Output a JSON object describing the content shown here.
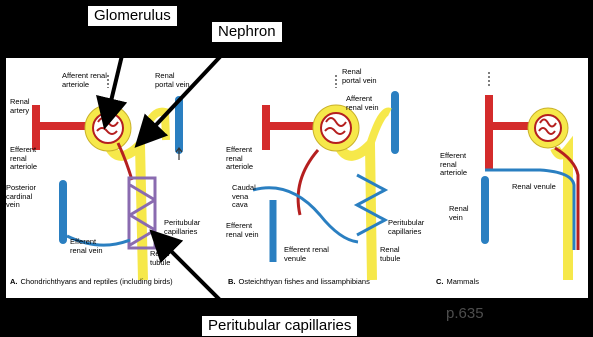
{
  "callouts": {
    "glomerulus": "Glomerulus",
    "nephron": "Nephron",
    "peritubular_capillaries": "Peritubular capillaries"
  },
  "panel_a": {
    "afferent_arteriole": "Afferent renal\narteriole",
    "renal_portal_vein": "Renal\nportal vein",
    "renal_artery": "Renal\nartery",
    "efferent_arteriole": "Efferent\nrenal\narteriole",
    "posterior_cardinal_vein": "Posterior\ncardinal\nvein",
    "peritubular_capillaries": "Peritubular\ncapillaries",
    "efferent_vein": "Efferent\nrenal vein",
    "renal_tubule": "Renal\ntubule",
    "caption_letter": "A.",
    "caption": "Chondrichthyans and reptiles (including birds)"
  },
  "panel_b": {
    "renal_portal_vein": "Renal\nportal vein",
    "afferent_vein": "Afferent\nrenal vein",
    "efferent_arteriole": "Efferent\nrenal\narteriole",
    "caudal_vena_cava": "Caudal\nvena\ncava",
    "efferent_vein_left": "Efferent\nrenal vein",
    "peritubular_capillaries": "Peritubular\ncapillaries",
    "efferent_venule": "Efferent renal\nvenule",
    "renal_tubule": "Renal\ntubule",
    "caption_letter": "B.",
    "caption": "Osteichthyan fishes and lissamphibians"
  },
  "panel_c": {
    "efferent_arteriole": "Efferent\nrenal\narteriole",
    "renal_venule": "Renal venule",
    "renal_vein": "Renal\nvein",
    "caption_letter": "C.",
    "caption": "Mammals"
  },
  "page_ref": "p.635",
  "colors": {
    "artery": "#d42b2b",
    "vein": "#2a7fc1",
    "tubule": "#f6e84a",
    "capillary": "#8a6bb0"
  }
}
